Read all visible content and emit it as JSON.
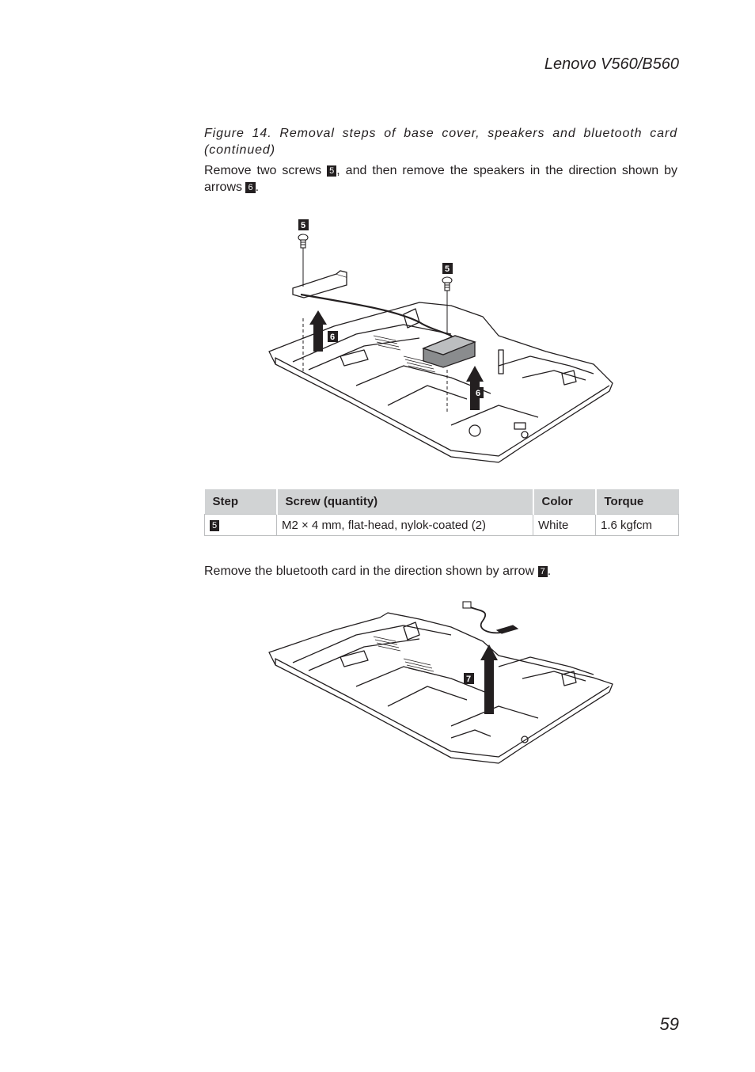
{
  "header": {
    "title": "Lenovo V560/B560"
  },
  "caption": {
    "text": "Figure 14. Removal steps of base cover, speakers and bluetooth card (continued)"
  },
  "step5_text": {
    "before": "Remove two screws ",
    "marker1": "5",
    "middle": ", and then remove the speakers in the direction shown by arrows ",
    "marker2": "6",
    "after": "."
  },
  "figure1": {
    "labels": [
      "5",
      "5",
      "6",
      "6"
    ]
  },
  "table": {
    "headers": [
      "Step",
      "Screw (quantity)",
      "Color",
      "Torque"
    ],
    "rows": [
      {
        "step": "5",
        "screw": "M2 × 4 mm, flat-head, nylok-coated (2)",
        "color": "White",
        "torque": "1.6 kgfcm"
      }
    ]
  },
  "step7_text": {
    "before": "Remove the bluetooth card in the direction shown by arrow ",
    "marker": "7",
    "after": "."
  },
  "figure2": {
    "labels": [
      "7"
    ]
  },
  "page_number": "59"
}
